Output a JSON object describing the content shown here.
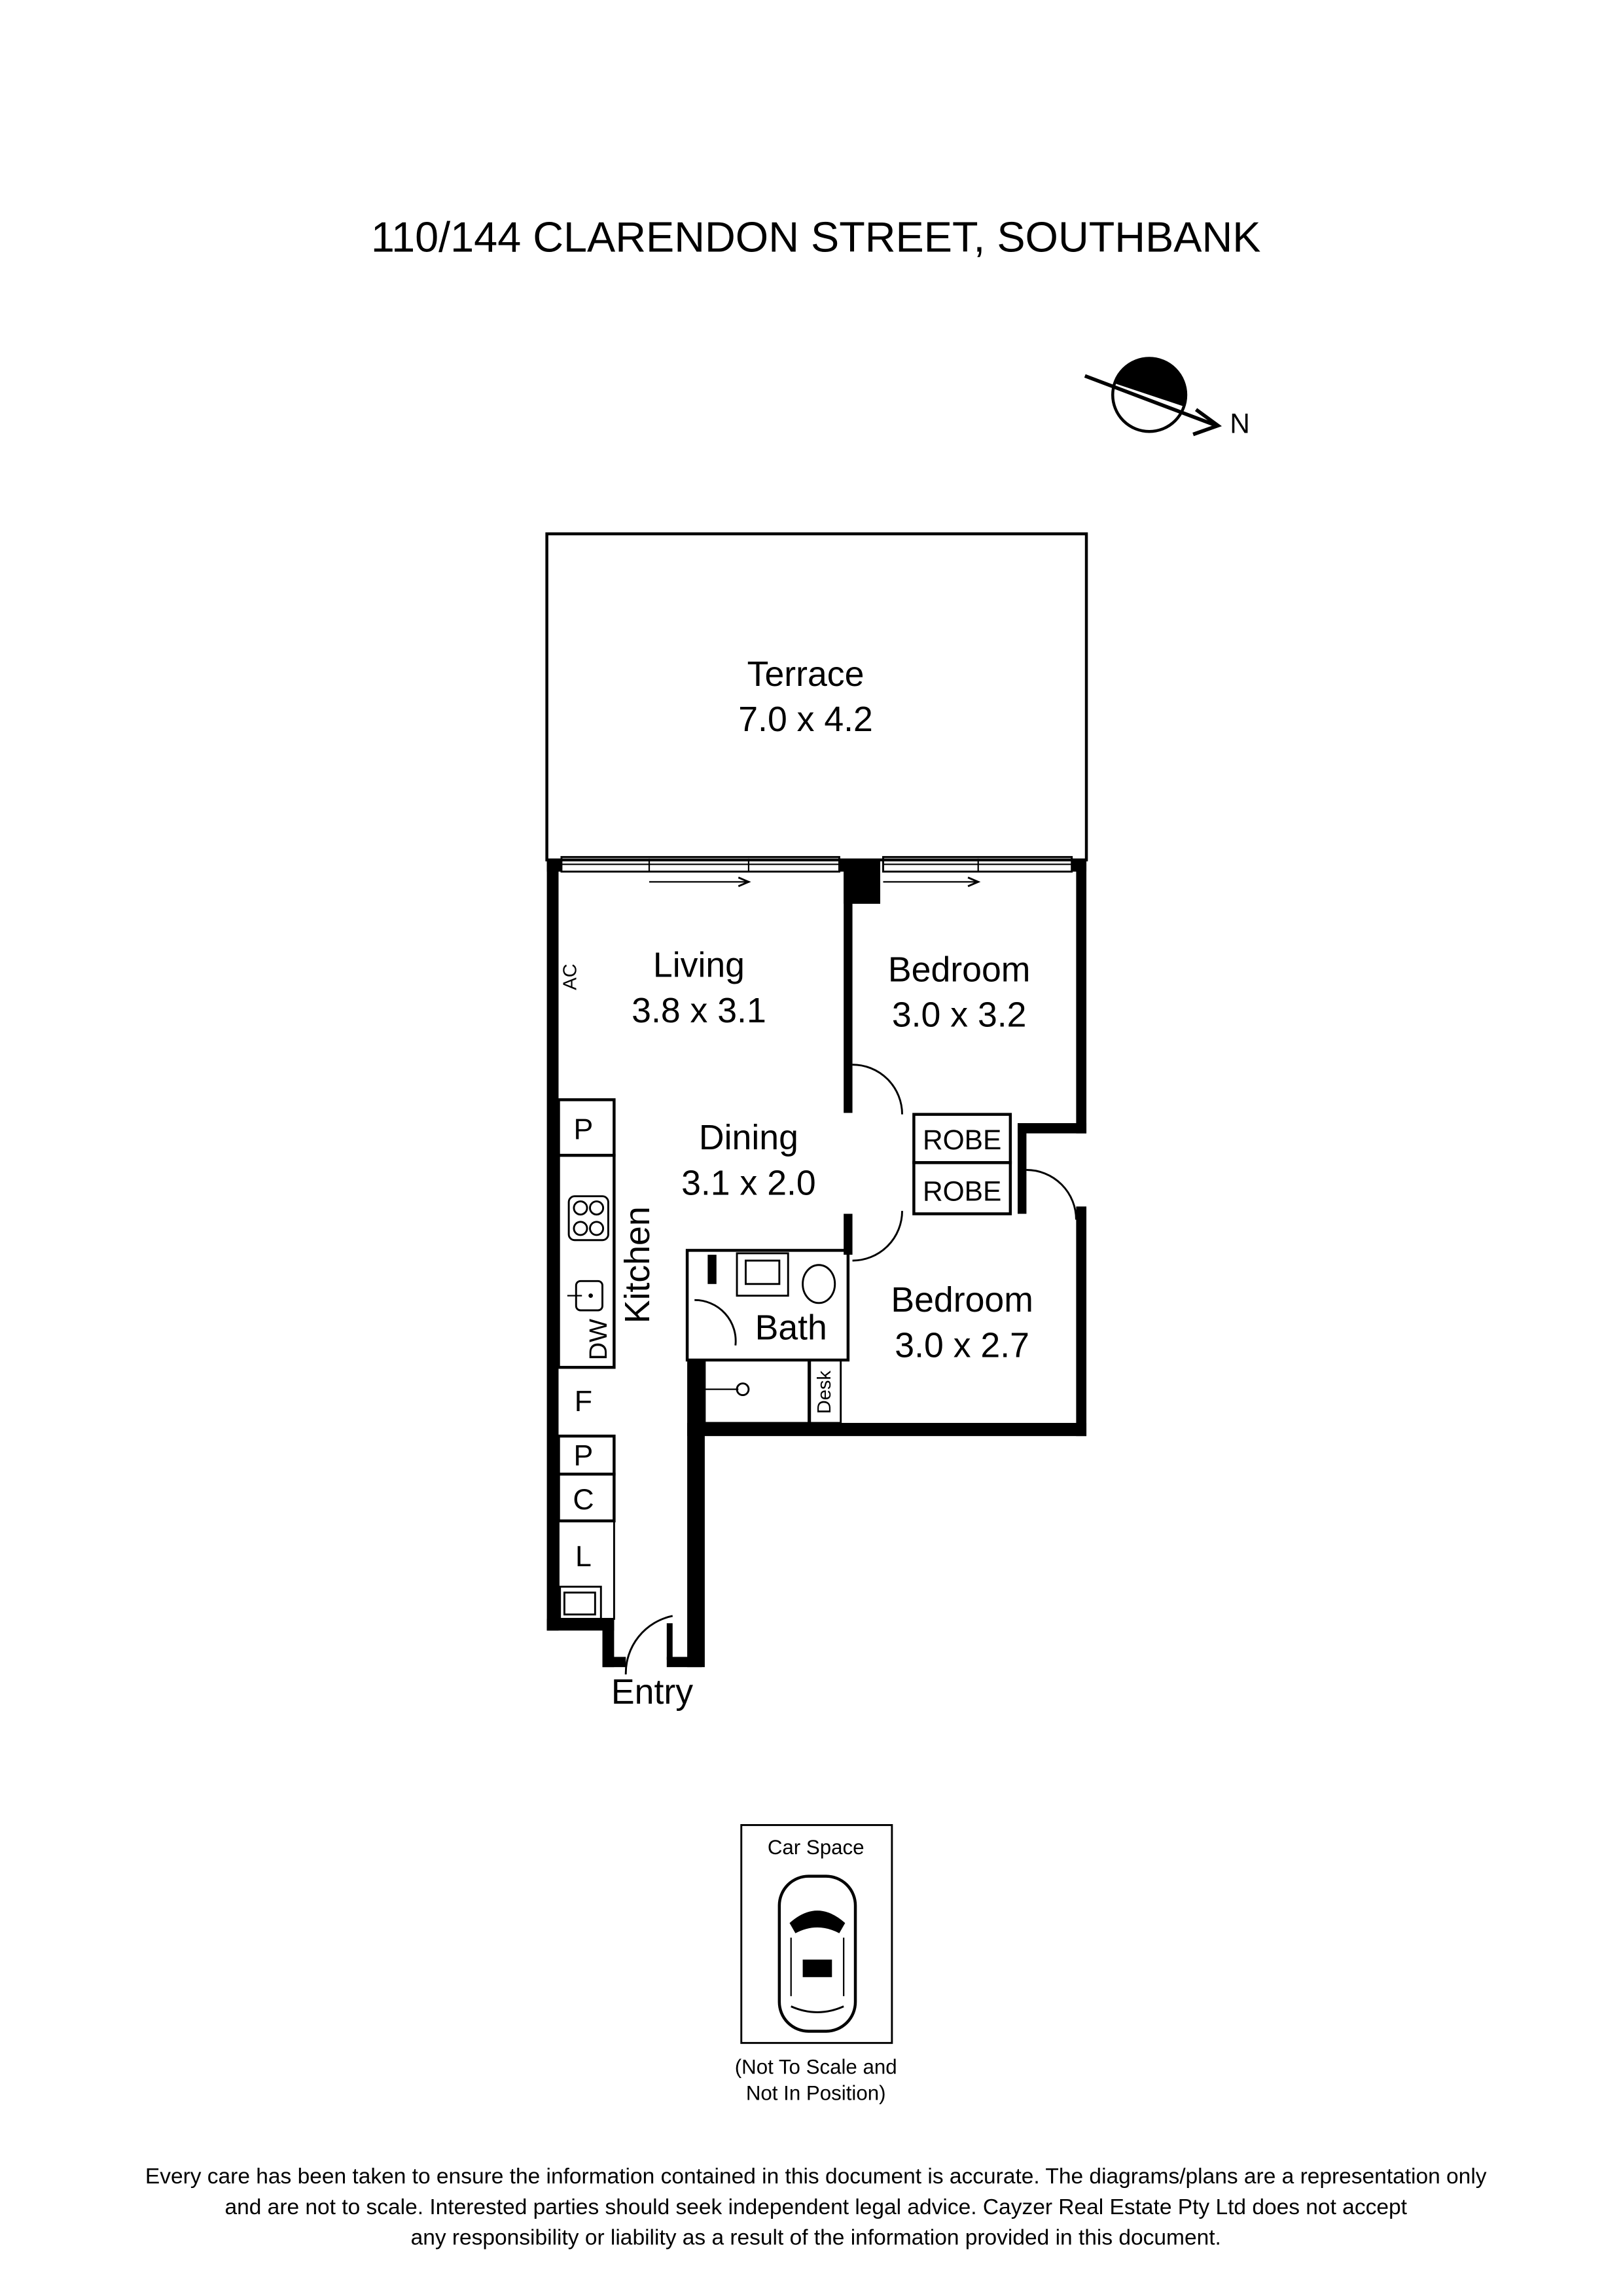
{
  "title": "110/144 CLARENDON STREET, SOUTHBANK",
  "compass": {
    "label": "N",
    "icon": "north-arrow-icon"
  },
  "rooms": {
    "terrace": {
      "name": "Terrace",
      "size": "7.0 x 4.2"
    },
    "living": {
      "name": "Living",
      "size": "3.8 x 3.1"
    },
    "bedroom1": {
      "name": "Bedroom",
      "size": "3.0 x 3.2"
    },
    "dining": {
      "name": "Dining",
      "size": "3.1 x 2.0"
    },
    "bedroom2": {
      "name": "Bedroom",
      "size": "3.0 x 2.7"
    },
    "kitchen": {
      "name": "Kitchen"
    },
    "bath": {
      "name": "Bath"
    },
    "entry": {
      "name": "Entry"
    }
  },
  "fixtures": {
    "ac": "AC",
    "pantry1": "P",
    "dishwasher": "DW",
    "fridge": "F",
    "pantry2": "P",
    "cupboard": "C",
    "linen": "L",
    "robe1": "ROBE",
    "robe2": "ROBE",
    "desk": "Desk"
  },
  "car_space": {
    "label": "Car Space",
    "note_line1": "(Not To Scale and",
    "note_line2": "Not In Position)"
  },
  "disclaimer": {
    "line1": "Every care has been taken to ensure the information contained in this document is accurate. The diagrams/plans are a representation only",
    "line2": "and are not to scale. Interested parties should seek independent legal advice. Cayzer Real Estate Pty Ltd does not accept",
    "line3": "any responsibility or liability as a result of the information provided in this document."
  }
}
